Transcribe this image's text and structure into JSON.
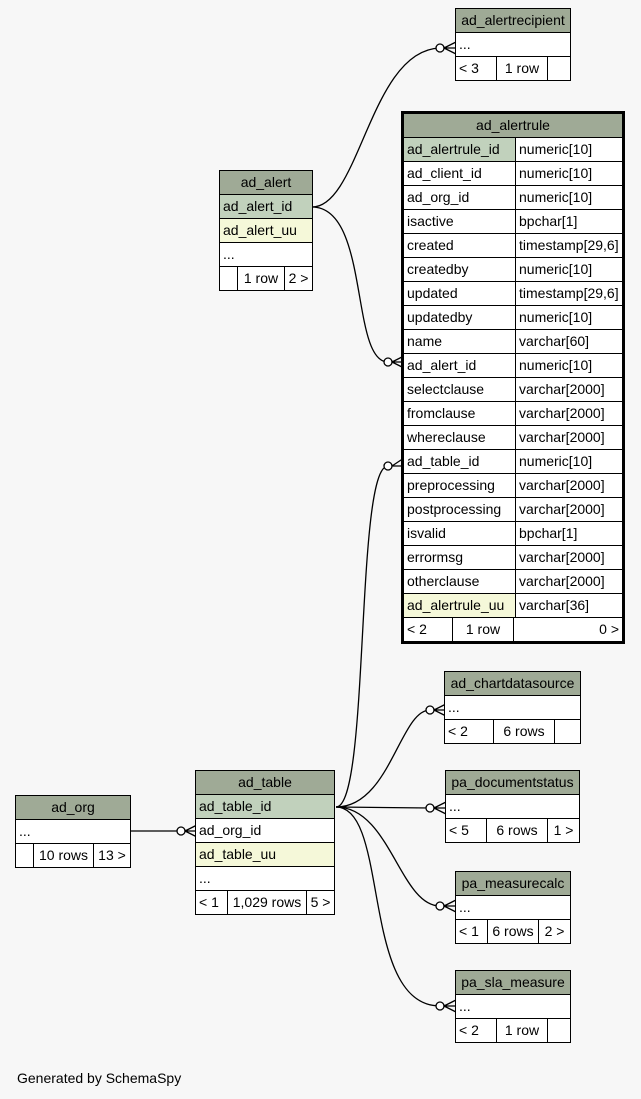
{
  "footer_text": "Generated by SchemaSpy",
  "colors": {
    "header": "#9faa96",
    "primary_key": "#c1d1bc",
    "indexed": "#f5f8d9",
    "background": "#f7f7f7"
  },
  "tables": {
    "ad_alertrecipient": {
      "name": "ad_alertrecipient",
      "ellipsis": "...",
      "parents": "< 3",
      "rows": "1 row",
      "children": ""
    },
    "ad_alert": {
      "name": "ad_alert",
      "columns": [
        "ad_alert_id",
        "ad_alert_uu"
      ],
      "ellipsis": "...",
      "parents": "",
      "rows": "1 row",
      "children": "2 >"
    },
    "ad_alertrule": {
      "name": "ad_alertrule",
      "columns": [
        {
          "name": "ad_alertrule_id",
          "type": "numeric[10]"
        },
        {
          "name": "ad_client_id",
          "type": "numeric[10]"
        },
        {
          "name": "ad_org_id",
          "type": "numeric[10]"
        },
        {
          "name": "isactive",
          "type": "bpchar[1]"
        },
        {
          "name": "created",
          "type": "timestamp[29,6]"
        },
        {
          "name": "createdby",
          "type": "numeric[10]"
        },
        {
          "name": "updated",
          "type": "timestamp[29,6]"
        },
        {
          "name": "updatedby",
          "type": "numeric[10]"
        },
        {
          "name": "name",
          "type": "varchar[60]"
        },
        {
          "name": "ad_alert_id",
          "type": "numeric[10]"
        },
        {
          "name": "selectclause",
          "type": "varchar[2000]"
        },
        {
          "name": "fromclause",
          "type": "varchar[2000]"
        },
        {
          "name": "whereclause",
          "type": "varchar[2000]"
        },
        {
          "name": "ad_table_id",
          "type": "numeric[10]"
        },
        {
          "name": "preprocessing",
          "type": "varchar[2000]"
        },
        {
          "name": "postprocessing",
          "type": "varchar[2000]"
        },
        {
          "name": "isvalid",
          "type": "bpchar[1]"
        },
        {
          "name": "errormsg",
          "type": "varchar[2000]"
        },
        {
          "name": "otherclause",
          "type": "varchar[2000]"
        },
        {
          "name": "ad_alertrule_uu",
          "type": "varchar[36]"
        }
      ],
      "parents": "< 2",
      "rows": "1 row",
      "children": "0 >"
    },
    "ad_chartdatasource": {
      "name": "ad_chartdatasource",
      "ellipsis": "...",
      "parents": "< 2",
      "rows": "6 rows",
      "children": ""
    },
    "pa_documentstatus": {
      "name": "pa_documentstatus",
      "ellipsis": "...",
      "parents": "< 5",
      "rows": "6 rows",
      "children": "1 >"
    },
    "pa_measurecalc": {
      "name": "pa_measurecalc",
      "ellipsis": "...",
      "parents": "< 1",
      "rows": "6 rows",
      "children": "2 >"
    },
    "pa_sla_measure": {
      "name": "pa_sla_measure",
      "ellipsis": "...",
      "parents": "< 2",
      "rows": "1 row",
      "children": ""
    },
    "ad_org": {
      "name": "ad_org",
      "ellipsis": "...",
      "parents": "",
      "rows": "10 rows",
      "children": "13 >"
    },
    "ad_table": {
      "name": "ad_table",
      "columns": [
        "ad_table_id",
        "ad_org_id",
        "ad_table_uu"
      ],
      "ellipsis": "...",
      "parents": "< 1",
      "rows": "1,029 rows",
      "children": "5 >"
    }
  }
}
